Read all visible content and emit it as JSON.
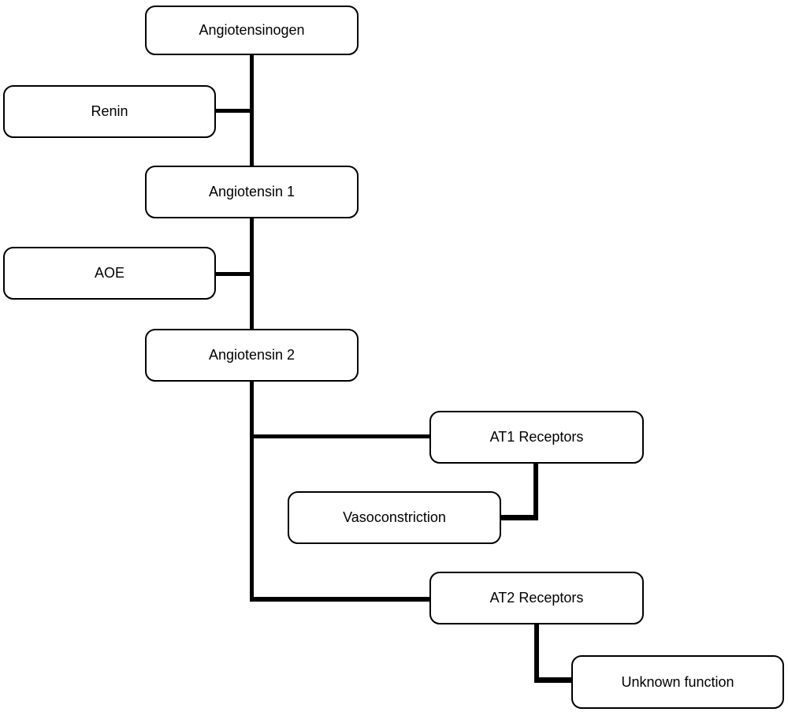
{
  "diagram": {
    "type": "flowchart",
    "background_color": "#ffffff",
    "line_color": "#000000",
    "box_fill_color": "#ffffff",
    "box_border_color": "#000000",
    "nodes": [
      {
        "id": "angiotensinogen",
        "label": "Angiotensinogen"
      },
      {
        "id": "renin",
        "label": "Renin"
      },
      {
        "id": "angiotensin-1",
        "label": "Angiotensin 1"
      },
      {
        "id": "aoe",
        "label": "AOE"
      },
      {
        "id": "angiotensin-2",
        "label": "Angiotensin 2"
      },
      {
        "id": "at1-receptors",
        "label": "AT1 Receptors"
      },
      {
        "id": "vasoconstriction",
        "label": "Vasoconstriction"
      },
      {
        "id": "at2-receptors",
        "label": "AT2 Receptors"
      },
      {
        "id": "unknown-function",
        "label": "Unknown function"
      }
    ],
    "edges": [
      {
        "from": "angiotensinogen",
        "to": "angiotensin-1"
      },
      {
        "from": "renin",
        "to": "angiotensinogen-angiotensin-1-link"
      },
      {
        "from": "angiotensin-1",
        "to": "angiotensin-2"
      },
      {
        "from": "aoe",
        "to": "angiotensin-1-angiotensin-2-link"
      },
      {
        "from": "angiotensin-2",
        "to": "at1-receptors"
      },
      {
        "from": "angiotensin-2",
        "to": "at2-receptors"
      },
      {
        "from": "at1-receptors",
        "to": "vasoconstriction"
      },
      {
        "from": "at2-receptors",
        "to": "unknown-function"
      }
    ]
  }
}
